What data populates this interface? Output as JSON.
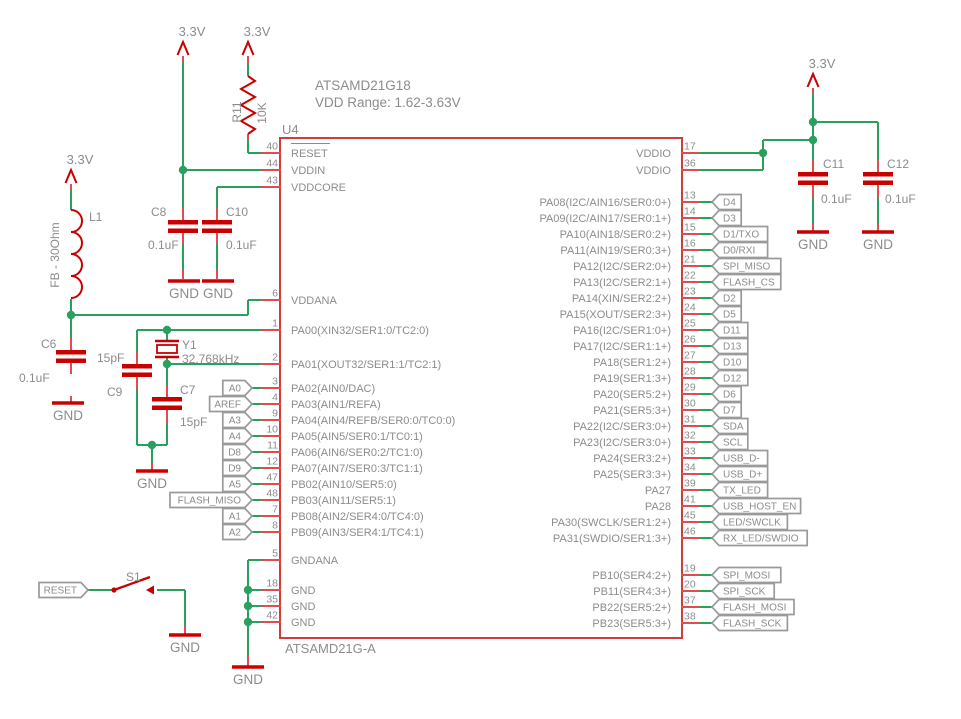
{
  "schematic": {
    "title_line1": "ATSAMD21G18",
    "title_line2": "VDD Range: 1.62-3.63V",
    "power": {
      "vcc": "3.3V",
      "gnd": "GND"
    },
    "net_flags": {
      "reset": "RESET"
    },
    "ic": {
      "ref": "U4",
      "part": "ATSAMD21G-A",
      "left_pins": [
        {
          "num": "40",
          "name": "RESET",
          "overline": true
        },
        {
          "num": "44",
          "name": "VDDIN"
        },
        {
          "num": "43",
          "name": "VDDCORE"
        },
        {
          "num": "6",
          "name": "VDDANA"
        },
        {
          "num": "1",
          "name": "PA00(XIN32/SER1:0/TC2:0)"
        },
        {
          "num": "2",
          "name": "PA01(XOUT32/SER1:1/TC2:1)"
        },
        {
          "num": "3",
          "name": "PA02(AIN0/DAC)",
          "flag": "A0"
        },
        {
          "num": "4",
          "name": "PA03(AIN1/REFA)",
          "flag": "AREF"
        },
        {
          "num": "9",
          "name": "PA04(AIN4/REFB/SER0:0/TC0:0)",
          "flag": "A3"
        },
        {
          "num": "10",
          "name": "PA05(AIN5/SER0:1/TC0:1)",
          "flag": "A4"
        },
        {
          "num": "11",
          "name": "PA06(AIN6/SER0:2/TC1:0)",
          "flag": "D8"
        },
        {
          "num": "12",
          "name": "PA07(AIN7/SER0:3/TC1:1)",
          "flag": "D9"
        },
        {
          "num": "47",
          "name": "PB02(AIN10/SER5:0)",
          "flag": "A5"
        },
        {
          "num": "48",
          "name": "PB03(AIN11/SER5:1)",
          "flag": "FLASH_MISO"
        },
        {
          "num": "7",
          "name": "PB08(AIN2/SER4:0/TC4:0)",
          "flag": "A1"
        },
        {
          "num": "8",
          "name": "PB09(AIN3/SER4:1/TC4:1)",
          "flag": "A2"
        },
        {
          "num": "5",
          "name": "GNDANA"
        },
        {
          "num": "18",
          "name": "GND"
        },
        {
          "num": "35",
          "name": "GND"
        },
        {
          "num": "42",
          "name": "GND"
        }
      ],
      "right_pins": [
        {
          "num": "17",
          "name": "VDDIO"
        },
        {
          "num": "36",
          "name": "VDDIO"
        },
        {
          "num": "13",
          "name": "PA08(I2C/AIN16/SER0:0+)",
          "flag": "D4"
        },
        {
          "num": "14",
          "name": "PA09(I2C/AIN17/SER0:1+)",
          "flag": "D3"
        },
        {
          "num": "15",
          "name": "PA10(AIN18/SER0:2+)",
          "flag": "D1/TXO"
        },
        {
          "num": "16",
          "name": "PA11(AIN19/SER0:3+)",
          "flag": "D0/RXI"
        },
        {
          "num": "21",
          "name": "PA12(I2C/SER2:0+)",
          "flag": "SPI_MISO"
        },
        {
          "num": "22",
          "name": "PA13(I2C/SER2:1+)",
          "flag": "FLASH_CS"
        },
        {
          "num": "23",
          "name": "PA14(XIN/SER2:2+)",
          "flag": "D2"
        },
        {
          "num": "24",
          "name": "PA15(XOUT/SER2:3+)",
          "flag": "D5"
        },
        {
          "num": "25",
          "name": "PA16(I2C/SER1:0+)",
          "flag": "D11"
        },
        {
          "num": "26",
          "name": "PA17(I2C/SER1:1+)",
          "flag": "D13"
        },
        {
          "num": "27",
          "name": "PA18(SER1:2+)",
          "flag": "D10"
        },
        {
          "num": "28",
          "name": "PA19(SER1:3+)",
          "flag": "D12"
        },
        {
          "num": "29",
          "name": "PA20(SER5:2+)",
          "flag": "D6"
        },
        {
          "num": "30",
          "name": "PA21(SER5:3+)",
          "flag": "D7"
        },
        {
          "num": "31",
          "name": "PA22(I2C/SER3:0+)",
          "flag": "SDA"
        },
        {
          "num": "32",
          "name": "PA23(I2C/SER3:0+)",
          "flag": "SCL"
        },
        {
          "num": "33",
          "name": "PA24(SER3:2+)",
          "flag": "USB_D-"
        },
        {
          "num": "34",
          "name": "PA25(SER3:3+)",
          "flag": "USB_D+"
        },
        {
          "num": "39",
          "name": "PA27",
          "flag": "TX_LED"
        },
        {
          "num": "41",
          "name": "PA28",
          "flag": "USB_HOST_EN"
        },
        {
          "num": "45",
          "name": "PA30(SWCLK/SER1:2+)",
          "flag": "LED/SWCLK"
        },
        {
          "num": "46",
          "name": "PA31(SWDIO/SER1:3+)",
          "flag": "RX_LED/SWDIO"
        },
        {
          "num": "19",
          "name": "PB10(SER4:2+)",
          "flag": "SPI_MOSI"
        },
        {
          "num": "20",
          "name": "PB11(SER4:3+)",
          "flag": "SPI_SCK"
        },
        {
          "num": "37",
          "name": "PB22(SER5:2+)",
          "flag": "FLASH_MOSI"
        },
        {
          "num": "38",
          "name": "PB23(SER5:3+)",
          "flag": "FLASH_SCK"
        }
      ]
    },
    "components": {
      "L1": {
        "ref": "L1",
        "value": "FB - 30Ohm"
      },
      "R11": {
        "ref": "R11",
        "value": "10K"
      },
      "Y1": {
        "ref": "Y1",
        "value": "32.768kHz"
      },
      "C6": {
        "ref": "C6",
        "value": "0.1uF"
      },
      "C7": {
        "ref": "C7",
        "value": "15pF"
      },
      "C8": {
        "ref": "C8",
        "value": "0.1uF"
      },
      "C9": {
        "ref": "C9",
        "value": "15pF"
      },
      "C10": {
        "ref": "C10",
        "value": "0.1uF"
      },
      "C11": {
        "ref": "C11",
        "value": "0.1uF"
      },
      "C12": {
        "ref": "C12",
        "value": "0.1uF"
      },
      "S1": {
        "ref": "S1"
      }
    },
    "colors": {
      "wire": "#2aa05f",
      "symbol": "#c80000",
      "lead": "#dd4f4f",
      "chip_border": "#d23c3c",
      "text": "#8c8c8c",
      "flag_border": "#9a9a9a"
    }
  }
}
